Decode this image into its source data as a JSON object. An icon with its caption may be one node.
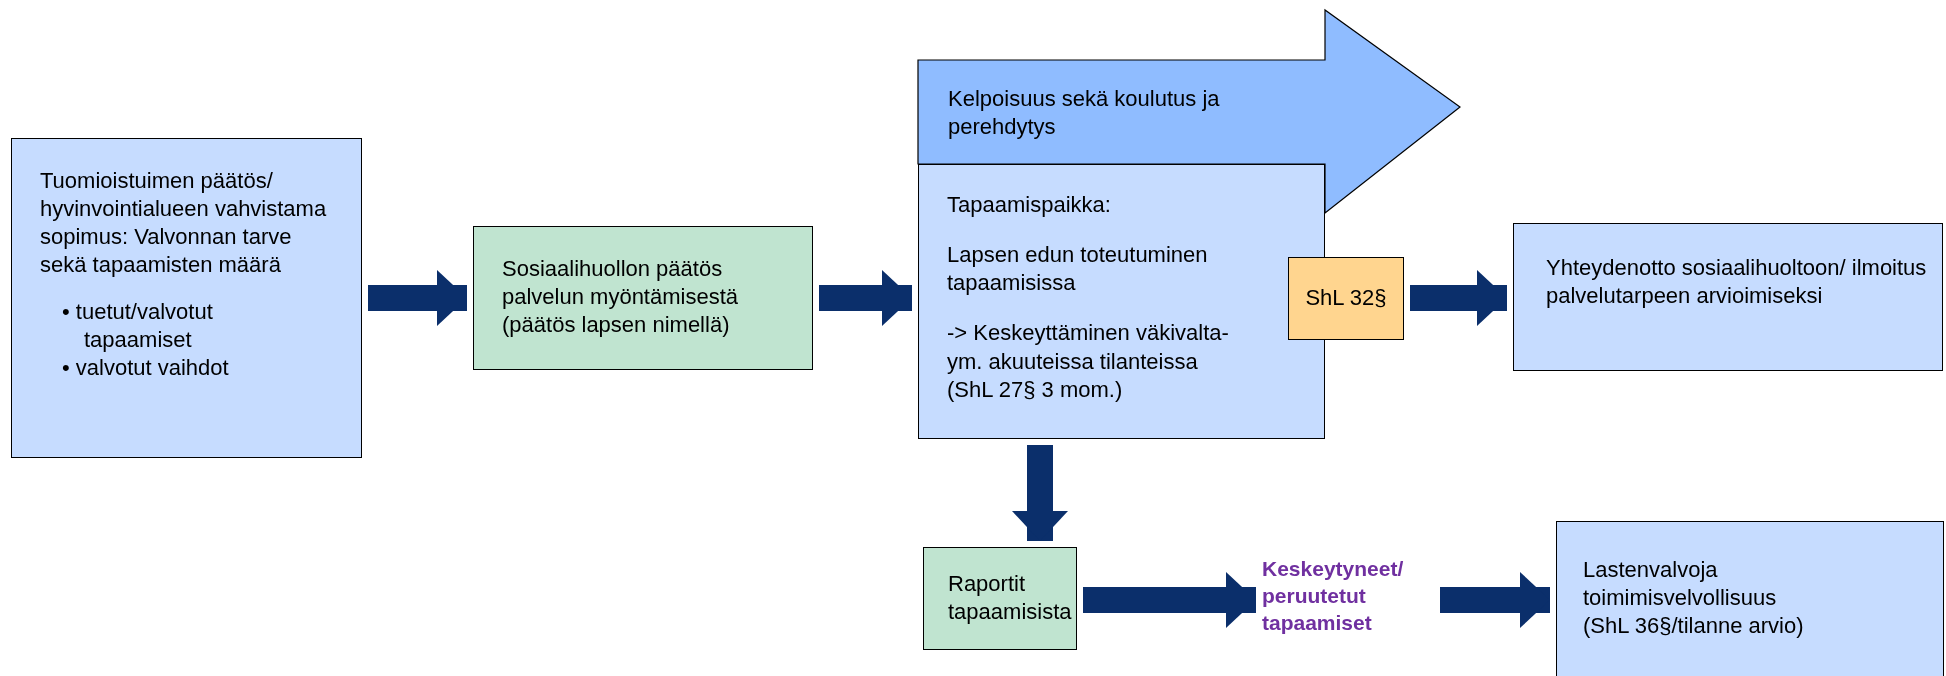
{
  "diagram": {
    "nodes": [
      {
        "text": [
          "Tuomioistuimen päätös/ hyvinvointialueen vahvistama sopimus: Valvonnan tarve sekä tapaamisten määrä",
          "• tuetut/valvotut tapaamiset",
          "• valvotut vaihdot"
        ]
      },
      {
        "text": [
          "Sosiaalihuollon päätös palvelun myöntämisestä (päätös lapsen nimellä)"
        ]
      },
      {
        "text": [
          "Kelpoisuus sekä koulutus ja perehdytys"
        ]
      },
      {
        "text": [
          "Tapaamispaikka:",
          "Lapsen edun toteutuminen tapaamisissa",
          "-> Keskeyttäminen väkivalta- ym. akuuteissa tilanteissa (ShL 27§ 3 mom.)"
        ]
      },
      {
        "text": [
          "ShL 32§"
        ]
      },
      {
        "text": [
          "Yhteydenotto sosiaalihuoltoon/ ilmoitus palvelutarpeen arvioimiseksi"
        ]
      },
      {
        "text": [
          "Raportit tapaamisista"
        ]
      },
      {
        "text": [
          "Keskeytyneet/ peruutetut tapaamiset"
        ]
      },
      {
        "text": [
          "Lastenvalvoja toimimisvelvollisuus (ShL 36§/tilanne arvio)"
        ]
      }
    ],
    "edges": [
      {
        "from": 0,
        "to": 1,
        "arrow": "to"
      },
      {
        "from": 1,
        "to": 3,
        "arrow": "to"
      },
      {
        "from": 4,
        "to": 5,
        "arrow": "to"
      },
      {
        "from": 3,
        "to": 6,
        "arrow": "to"
      },
      {
        "from": 6,
        "to": 7,
        "arrow": "to"
      },
      {
        "from": 7,
        "to": 8,
        "arrow": "to"
      }
    ]
  }
}
